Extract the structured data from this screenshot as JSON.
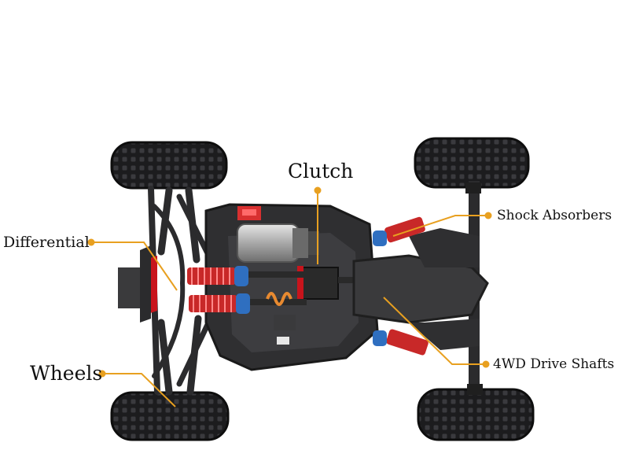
{
  "colors": {
    "leader": "#e8a020",
    "chassis": "#2b2b2d",
    "frame_red": "#c8141c",
    "spring": "#c82828",
    "shock_blue": "#2f6fc0",
    "tire": "#1c1c1e"
  },
  "labels": {
    "clutch": "Clutch",
    "shock_absorbers": "Shock Absorbers",
    "differential": "Differential",
    "wheels": "Wheels",
    "drive_shafts": "4WD Drive Shafts"
  }
}
